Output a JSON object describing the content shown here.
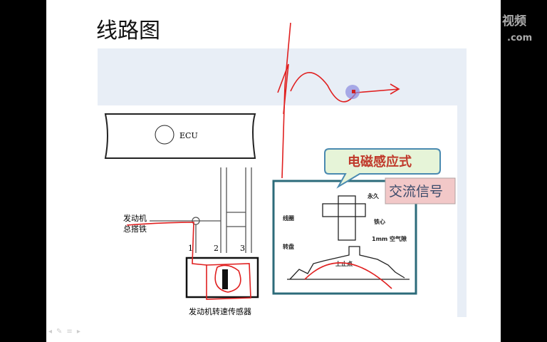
{
  "slide": {
    "title": "线路图"
  },
  "diagram": {
    "ecu_label": "ECU",
    "ground_label_1": "发动机",
    "ground_label_2": "总搭铁",
    "pins": [
      "1",
      "2",
      "3"
    ],
    "sensor_label": "发动机转速传感器",
    "callout_type": "电磁感应式",
    "callout_signal": "交流信号",
    "parts": {
      "magnet": "永久",
      "coil": "线圈",
      "core": "铁心",
      "gap": "1mm 空气隙",
      "disc": "转盘",
      "tdc": "上止点"
    }
  },
  "watermark": {
    "line1": "视频",
    "line2": ".com"
  },
  "controls": [
    "◂",
    "✎",
    "≡",
    "▸"
  ]
}
